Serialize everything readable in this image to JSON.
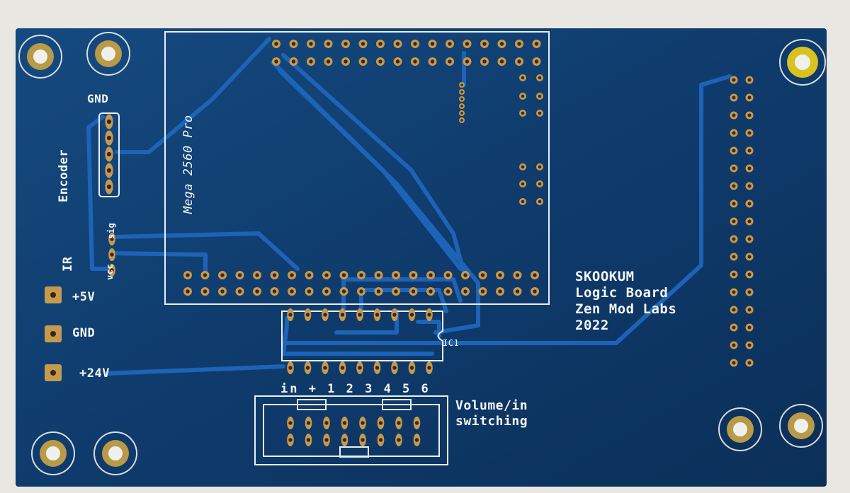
{
  "board": {
    "title_lines": [
      "SKOOKUM",
      "Logic Board",
      "Zen Mod Labs",
      "2022"
    ],
    "module_label": "Mega 2560 Pro",
    "encoder_label": "Encoder",
    "encoder_gnd_label": "GND",
    "ir_label": "IR",
    "ir_sig_label": "sig",
    "ir_vcc_label": "vcc",
    "power_labels": [
      "+5V",
      "GND",
      "+24V"
    ],
    "ic_label": "IC1",
    "header_pin_labels": "in + 1 2 3 4 5 6",
    "header_label_lines": [
      "Volume/in",
      "switching"
    ]
  },
  "colors": {
    "background": "#e9e7e2",
    "soldermask": "#0e3a6a",
    "trace": "#1d63b8",
    "silkscreen": "#f4f6f8",
    "copper_pad": "#c59a4e",
    "drill": "#3a2616",
    "mounting_hole_ring": "#d8dde2",
    "highlight_pad": "#d9c21f"
  }
}
